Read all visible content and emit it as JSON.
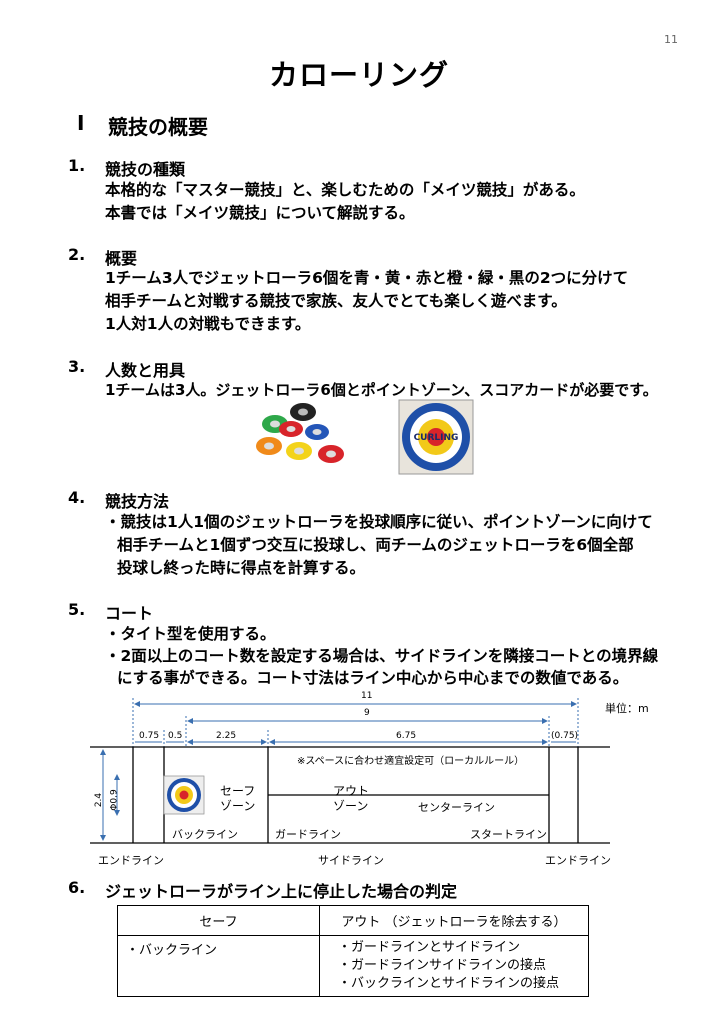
{
  "page_number": "11",
  "title": "カローリング",
  "section": {
    "numeral": "Ⅰ",
    "title": "競技の概要"
  },
  "items": [
    {
      "num": "1.",
      "heading": "競技の種類",
      "lines": [
        "本格的な「マスター競技」と、楽しむための「メイツ競技」がある。",
        "本書では「メイツ競技」について解説する。"
      ]
    },
    {
      "num": "2.",
      "heading": "概要",
      "lines": [
        "1チーム3人でジェットローラ6個を青・黄・赤と橙・緑・黒の2つに分けて",
        "相手チームと対戦する競技で家族、友人でとても楽しく遊べます。",
        "1人対1人の対戦もできます。"
      ]
    },
    {
      "num": "3.",
      "heading": "人数と用具",
      "lines": [
        "1チームは3人。ジェットローラ6個とポイントゾーン、スコアカードが必要です。"
      ]
    },
    {
      "num": "4.",
      "heading": "競技方法",
      "lines": [
        "・競技は1人1個のジェットローラを投球順序に従い、ポイントゾーンに向けて",
        "相手チームと1個ずつ交互に投球し、両チームのジェットローラを6個全部",
        "投球し終った時に得点を計算する。"
      ]
    },
    {
      "num": "5.",
      "heading": "コート",
      "lines": [
        "・タイト型を使用する。",
        "・2面以上のコート数を設定する場合は、サイドラインを隣接コートとの境界線",
        "にする事ができる。コート寸法はライン中心から中心までの数値である。"
      ]
    },
    {
      "num": "6.",
      "heading": "ジェットローラがライン上に停止した場合の判定",
      "lines": []
    }
  ],
  "target_logo_text": "CURLING",
  "court": {
    "unit": "単位：m",
    "dims": {
      "total": "11",
      "inner": "9",
      "d075": "0.75",
      "d05": "0.5",
      "d225": "2.25",
      "d675": "6.75",
      "d075p": "(0.75)",
      "height": "2.4",
      "diameter": "Φ0.9"
    },
    "note": "※スペースに合わせ適宜設定可（ローカルルール）",
    "labels": {
      "safe1": "セーフ",
      "safe2": "ゾーン",
      "out1": "アウト",
      "out2": "ゾーン",
      "center": "センターライン",
      "back": "バックライン",
      "guard": "ガードライン",
      "start": "スタートライン",
      "end_left": "エンドライン",
      "side": "サイドライン",
      "end_right": "エンドライン"
    }
  },
  "judgement": {
    "headers": [
      "セーフ",
      "アウト （ジェットローラを除去する）"
    ],
    "safe": [
      "・バックライン"
    ],
    "out": [
      "・ガードラインとサイドライン",
      "・ガードラインサイドラインの接点",
      "・バックラインとサイドラインの接点"
    ]
  }
}
